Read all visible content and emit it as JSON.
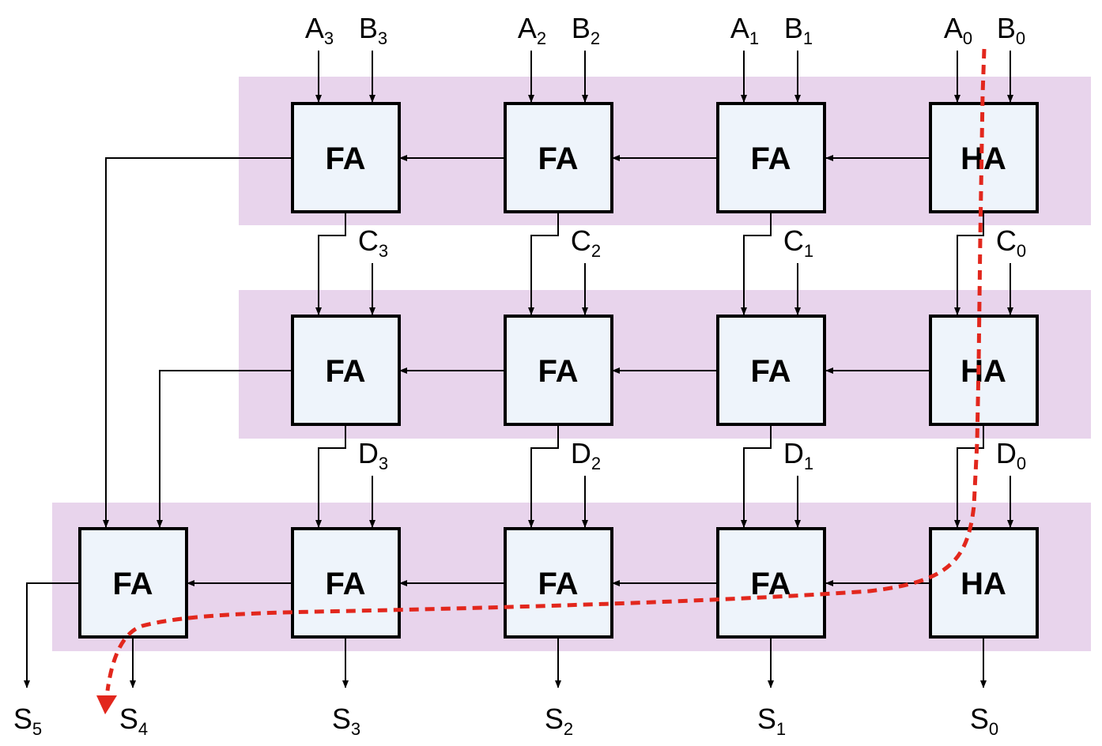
{
  "rows": [
    {
      "name": "row-1",
      "cells": [
        "FA",
        "FA",
        "FA",
        "HA"
      ]
    },
    {
      "name": "row-2",
      "cells": [
        "FA",
        "FA",
        "FA",
        "HA"
      ]
    },
    {
      "name": "row-3",
      "cells": [
        "FA",
        "FA",
        "FA",
        "FA",
        "HA"
      ]
    }
  ],
  "inputs": {
    "top": [
      {
        "letter": "A",
        "index": "3"
      },
      {
        "letter": "B",
        "index": "3"
      },
      {
        "letter": "A",
        "index": "2"
      },
      {
        "letter": "B",
        "index": "2"
      },
      {
        "letter": "A",
        "index": "1"
      },
      {
        "letter": "B",
        "index": "1"
      },
      {
        "letter": "A",
        "index": "0"
      },
      {
        "letter": "B",
        "index": "0"
      }
    ],
    "c": [
      {
        "letter": "C",
        "index": "3"
      },
      {
        "letter": "C",
        "index": "2"
      },
      {
        "letter": "C",
        "index": "1"
      },
      {
        "letter": "C",
        "index": "0"
      }
    ],
    "d": [
      {
        "letter": "D",
        "index": "3"
      },
      {
        "letter": "D",
        "index": "2"
      },
      {
        "letter": "D",
        "index": "1"
      },
      {
        "letter": "D",
        "index": "0"
      }
    ]
  },
  "outputs": [
    {
      "letter": "S",
      "index": "5"
    },
    {
      "letter": "S",
      "index": "4"
    },
    {
      "letter": "S",
      "index": "3"
    },
    {
      "letter": "S",
      "index": "2"
    },
    {
      "letter": "S",
      "index": "1"
    },
    {
      "letter": "S",
      "index": "0"
    }
  ],
  "colors": {
    "band": "#e8d4ec",
    "box_fill": "#eef4fb",
    "critical_path": "#e2271d"
  }
}
